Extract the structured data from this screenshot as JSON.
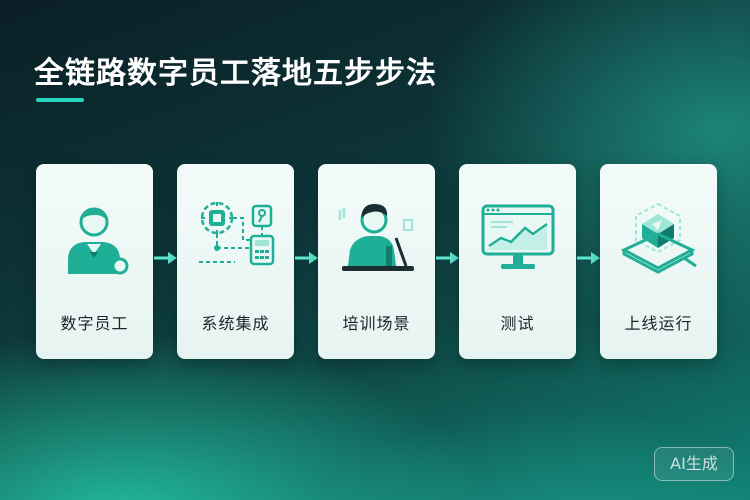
{
  "header": {
    "title": "全链路数字员工落地五步步法"
  },
  "steps": [
    {
      "label": "数字员工",
      "icon": "digital-employee-icon"
    },
    {
      "label": "系统集成",
      "icon": "system-integration-icon"
    },
    {
      "label": "培训场景",
      "icon": "training-scene-icon"
    },
    {
      "label": "测试",
      "icon": "monitor-chart-icon"
    },
    {
      "label": "上线运行",
      "icon": "launch-platform-icon"
    }
  ],
  "badge": {
    "label": "AI生成"
  },
  "colors": {
    "accent": "#2ad6bf",
    "icon_fill": "#1fae96",
    "icon_light": "#9fe6d8",
    "card": "#eef8f6"
  }
}
